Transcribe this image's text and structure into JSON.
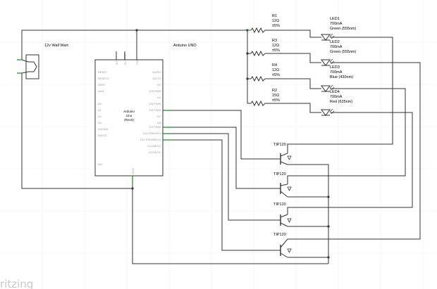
{
  "watermark": "ritzing",
  "power": {
    "label": "12v Wall Wart"
  },
  "arduino": {
    "label": "Arduino UNO",
    "center_lines": [
      "Arduino",
      "Uno",
      "(Rev3)"
    ],
    "pins_left": [
      "RESET",
      "RESET2",
      "AREF",
      "ioref",
      "A0",
      "A1",
      "A2",
      "A3",
      "A4/SDA",
      "A5/SCL",
      "N/C"
    ],
    "pins_right": [
      "D0/RX",
      "D1/TX",
      "D2",
      "D3 PWM",
      "D4",
      "D5 PWM",
      "D6 PWM",
      "D7",
      "D8",
      "D9 PWM",
      "D10 PWM/SS",
      "D11 PWM/MOSI",
      "D12/MISO",
      "D13/SCK"
    ],
    "pins_top": [
      "3V3",
      "5V",
      "VIN"
    ],
    "pin_bottom": "GND"
  },
  "resistors": [
    {
      "name": "R1",
      "value": "12Ω",
      "tolerance": "±5%"
    },
    {
      "name": "R3",
      "value": "12Ω",
      "tolerance": "±5%"
    },
    {
      "name": "R4",
      "value": "12Ω",
      "tolerance": "±5%"
    },
    {
      "name": "R2",
      "value": "15Ω",
      "tolerance": "±5%"
    }
  ],
  "leds": [
    {
      "name": "LED1",
      "current": "700mA",
      "color": "Green (555nm)"
    },
    {
      "name": "LED2",
      "current": "700mA",
      "color": "Green (555nm)"
    },
    {
      "name": "LED3",
      "current": "700mA",
      "color": "Blue (430nm)"
    },
    {
      "name": "LED4",
      "current": "700mA",
      "color": "Red (635nm)"
    }
  ],
  "transistors": [
    {
      "name": "TIP120"
    },
    {
      "name": "TIP120"
    },
    {
      "name": "TIP120"
    },
    {
      "name": "TIP120"
    }
  ]
}
